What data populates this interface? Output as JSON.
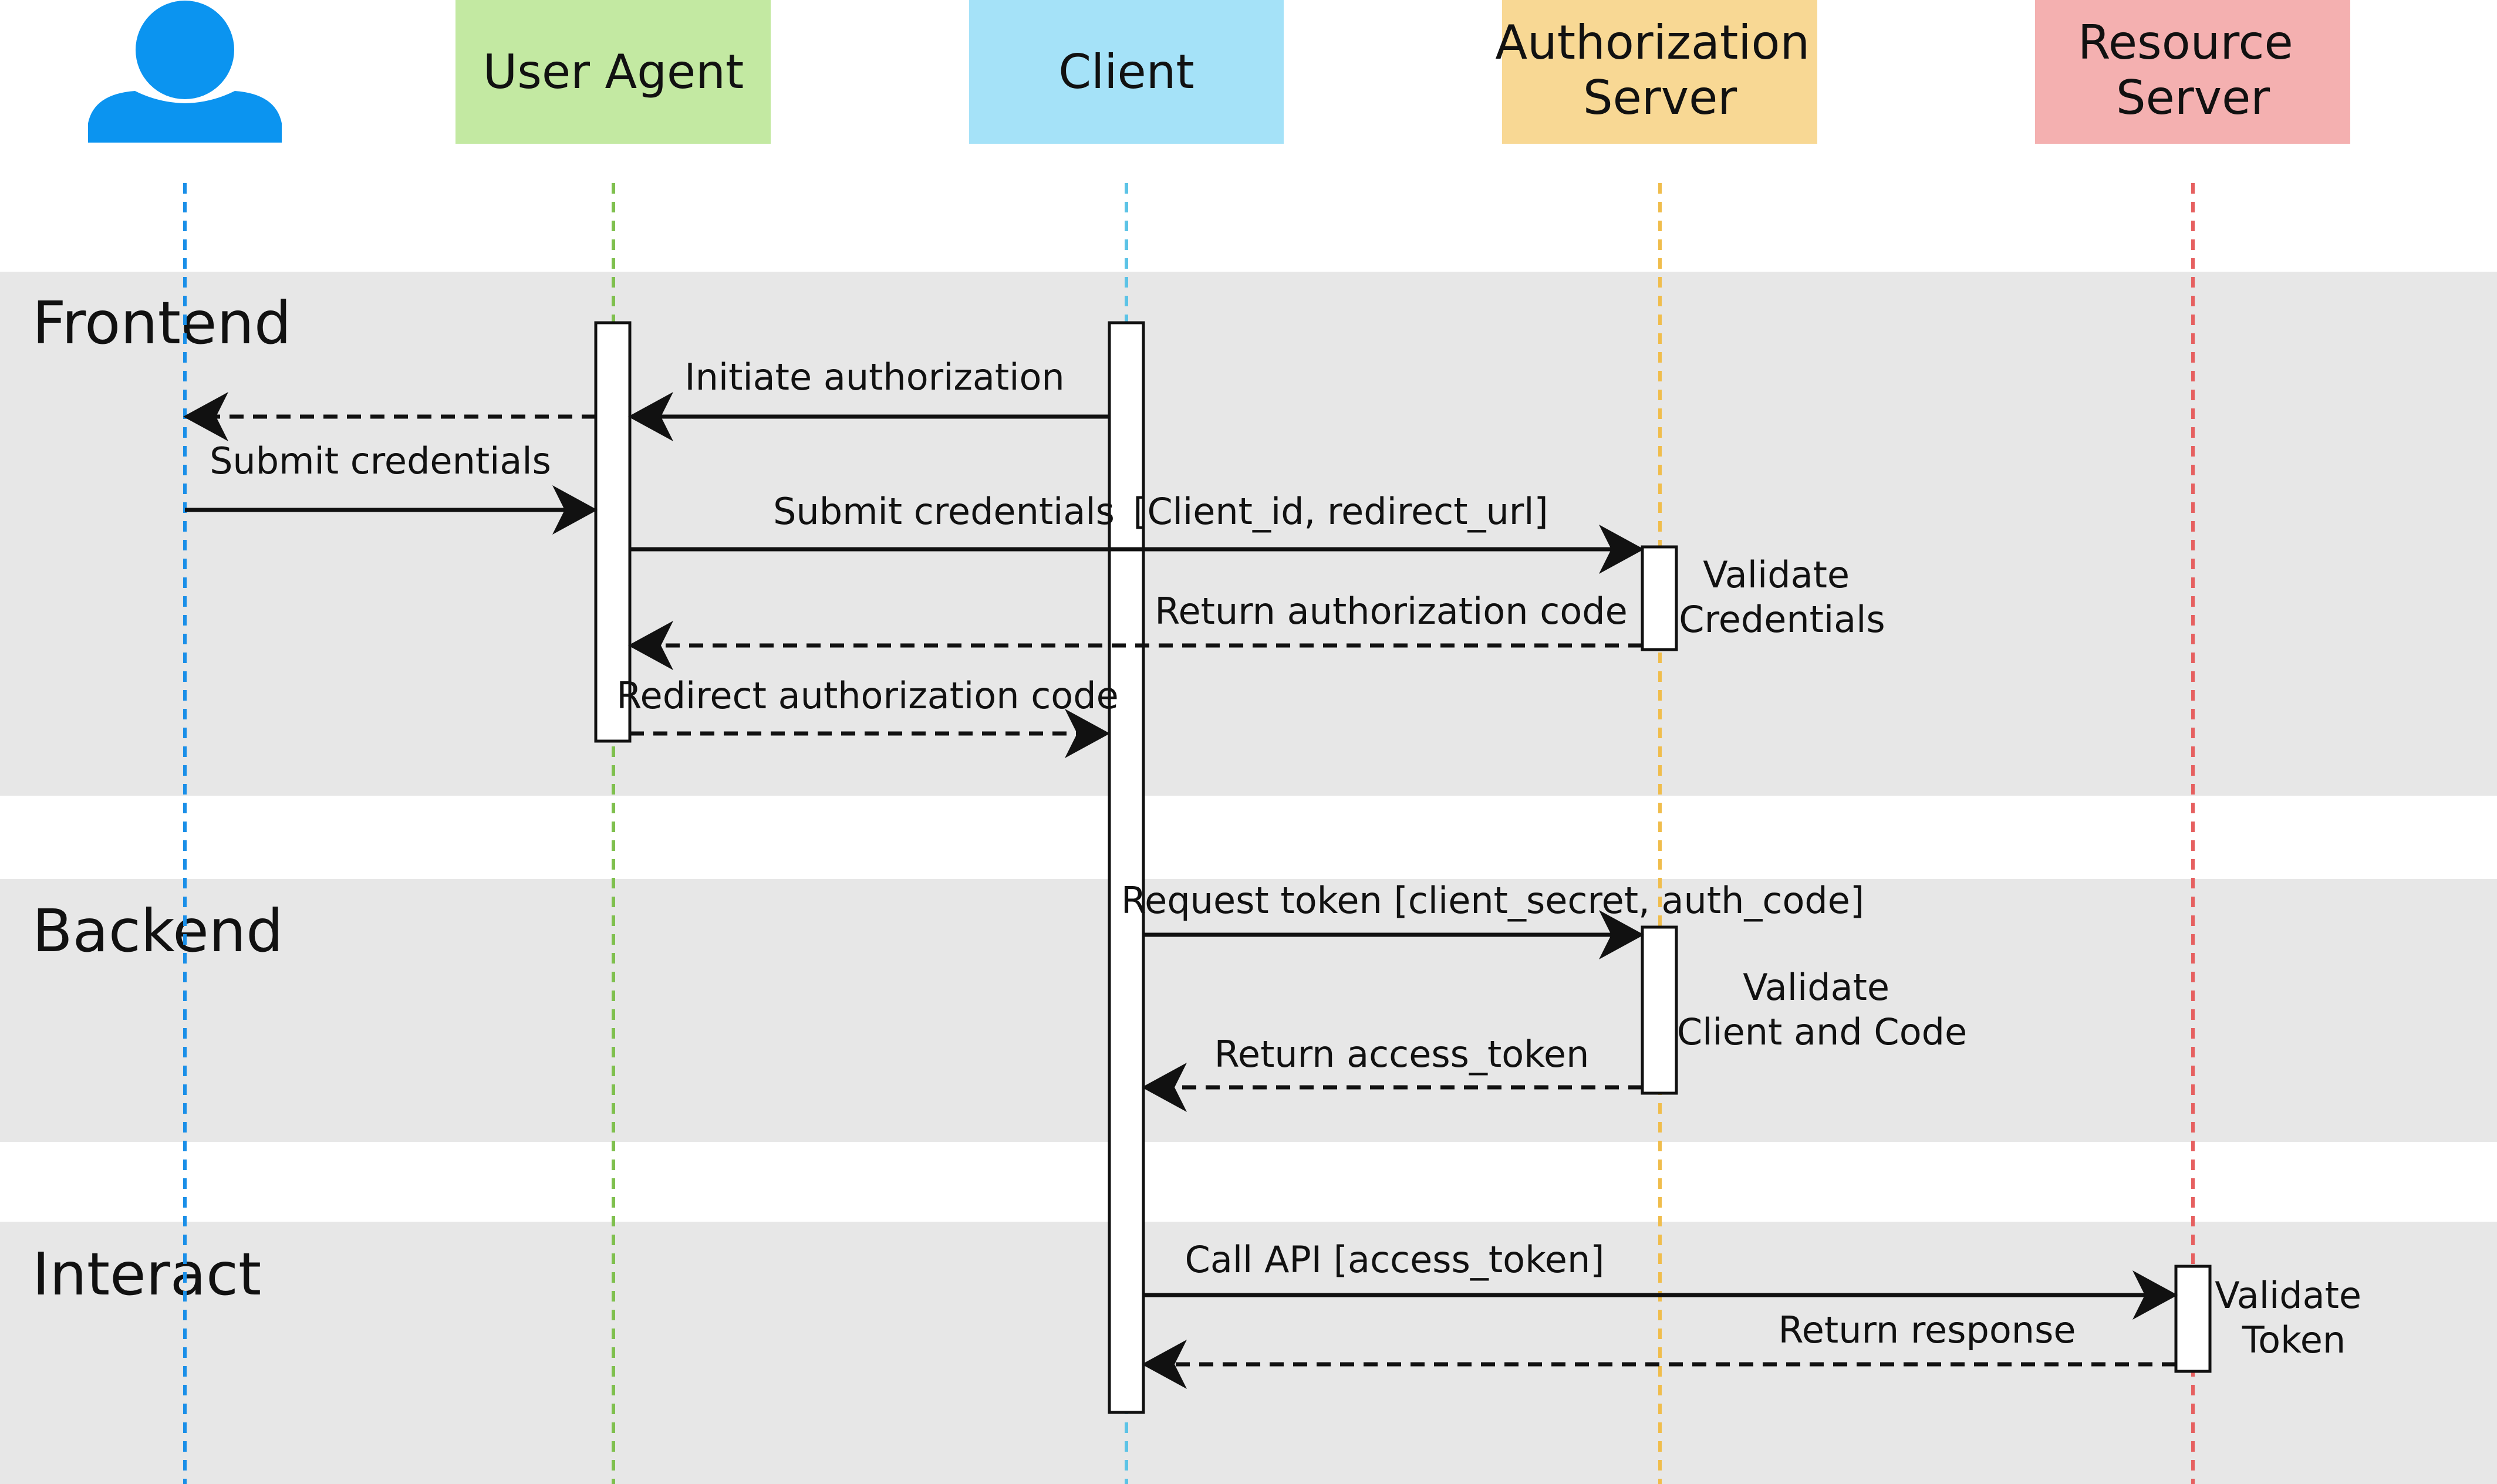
{
  "participants": [
    {
      "id": "user",
      "label": "",
      "icon": "user-icon",
      "color": "#0b94f0"
    },
    {
      "id": "user-agent",
      "label": "User Agent",
      "bg": "#c3e9a2",
      "line": "#7fc04e"
    },
    {
      "id": "client",
      "label": "Client",
      "bg": "#a5e2f8",
      "line": "#5cc3e6"
    },
    {
      "id": "authorization-server",
      "label": "Authorization\nServer",
      "bg": "#f8d894",
      "line": "#f0bd4c"
    },
    {
      "id": "resource-server",
      "label": "Resource\nServer",
      "bg": "#f4b0b0",
      "line": "#e66060"
    }
  ],
  "lifeline_user_color": "#1a8fe8",
  "bands": [
    {
      "id": "frontend",
      "label": "Frontend"
    },
    {
      "id": "backend",
      "label": "Backend"
    },
    {
      "id": "interact",
      "label": "Interact"
    }
  ],
  "band_color": "#e7e7e7",
  "messages": [
    {
      "id": "initiate-authorization",
      "label": "Initiate authorization",
      "style": "solid"
    },
    {
      "id": "user-agent-to-user",
      "label": "",
      "style": "dashed"
    },
    {
      "id": "submit-credentials-user",
      "label": "Submit credentials",
      "style": "solid"
    },
    {
      "id": "submit-credentials-agent",
      "label": "Submit credentials",
      "extra_label": "[Client_id, redirect_url]",
      "style": "solid"
    },
    {
      "id": "return-authorization-code",
      "label": "Return authorization code",
      "style": "dashed"
    },
    {
      "id": "redirect-authorization-code",
      "label": "Redirect authorization code",
      "style": "dashed"
    },
    {
      "id": "request-token",
      "label": "Request token [client_secret, auth_code]",
      "style": "solid"
    },
    {
      "id": "return-access-token",
      "label": "Return access_token",
      "style": "dashed"
    },
    {
      "id": "call-api",
      "label": "Call API [access_token]",
      "style": "solid"
    },
    {
      "id": "return-response",
      "label": "Return response",
      "style": "dashed"
    }
  ],
  "notes": [
    {
      "id": "validate-credentials",
      "lines": [
        "Validate",
        "Credentials"
      ]
    },
    {
      "id": "validate-client-and-code",
      "lines": [
        "Validate",
        "Client and Code"
      ]
    },
    {
      "id": "validate-token",
      "lines": [
        "Validate",
        "Token"
      ]
    }
  ]
}
